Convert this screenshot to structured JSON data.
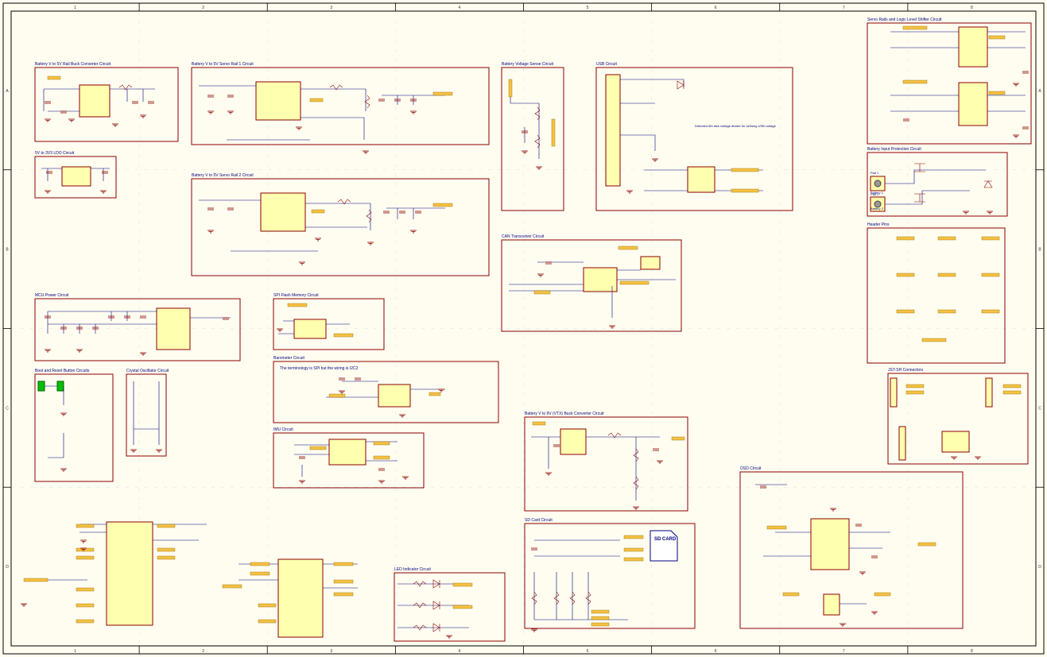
{
  "colors": {
    "paper": "#fffdf0",
    "border": "#000000",
    "grid_label": "#333333",
    "box_line": "#8b0000",
    "wire": "#000080",
    "component_fill": "#ffffb0",
    "component_stroke": "#8b0000",
    "net_label_fill": "#f6c143",
    "title_text": "#000080",
    "switch_green": "#00c000"
  },
  "frame": {
    "col_labels_top": [
      "1",
      "2",
      "3",
      "4",
      "5",
      "6",
      "7",
      "8"
    ],
    "col_labels_bottom": [
      "1",
      "2",
      "3",
      "4",
      "5",
      "6",
      "7",
      "8"
    ],
    "row_labels_left": [
      "A",
      "B",
      "C",
      "D"
    ],
    "row_labels_right": [
      "A",
      "B",
      "C",
      "D"
    ]
  },
  "blocks": [
    {
      "id": "buck5v",
      "title": "Battery V to 5V Rail Buck Converter Circuit"
    },
    {
      "id": "ldo",
      "title": "5V to 3V3 LDO Circuit"
    },
    {
      "id": "servo1",
      "title": "Battery V to 5V Servo Rail 1 Circuit"
    },
    {
      "id": "servo2",
      "title": "Battery V to 5V Servo Rail 2 Circuit"
    },
    {
      "id": "batsense",
      "title": "Battery Voltage Sense Circuit"
    },
    {
      "id": "usb",
      "title": "USB Circuit",
      "note": "Detected 6th disk voltage divider for sensing USB voltage"
    },
    {
      "id": "levelshift",
      "title": "Servo Rails and Logic Level Shifter Circuit"
    },
    {
      "id": "batprot",
      "title": "Battery Input Protection Circuit"
    },
    {
      "id": "header",
      "title": "Header Pins"
    },
    {
      "id": "mcupower",
      "title": "MCU Power Circuit"
    },
    {
      "id": "spiflash",
      "title": "SPI Flash Memory Circuit"
    },
    {
      "id": "can",
      "title": "CAN Transceiver Circuit"
    },
    {
      "id": "bootreset",
      "title": "Boot and Reset Button Circuits"
    },
    {
      "id": "crystal",
      "title": "Crystal Oscillator Circuit"
    },
    {
      "id": "baro",
      "title": "Barometer Circuit",
      "note": "The terminology is SPI but the wiring is I2C2"
    },
    {
      "id": "jst",
      "title": "JST-SH Connectors"
    },
    {
      "id": "vtx",
      "title": "Battery V to 9V (VTX) Buck Converter Circuit"
    },
    {
      "id": "imu",
      "title": "IMU Circuit"
    },
    {
      "id": "osd",
      "title": "OSD Circuit"
    },
    {
      "id": "sdcard",
      "title": "SD Card Circuit"
    },
    {
      "id": "led",
      "title": "LED Indicator Circuit"
    }
  ],
  "parts": {
    "sd_card_label": "SD CARD",
    "bat_pad1": "Pad 1",
    "bat_pad2": "Pad 2",
    "battery1": "Battery 1",
    "battery2": "Battery 2"
  }
}
